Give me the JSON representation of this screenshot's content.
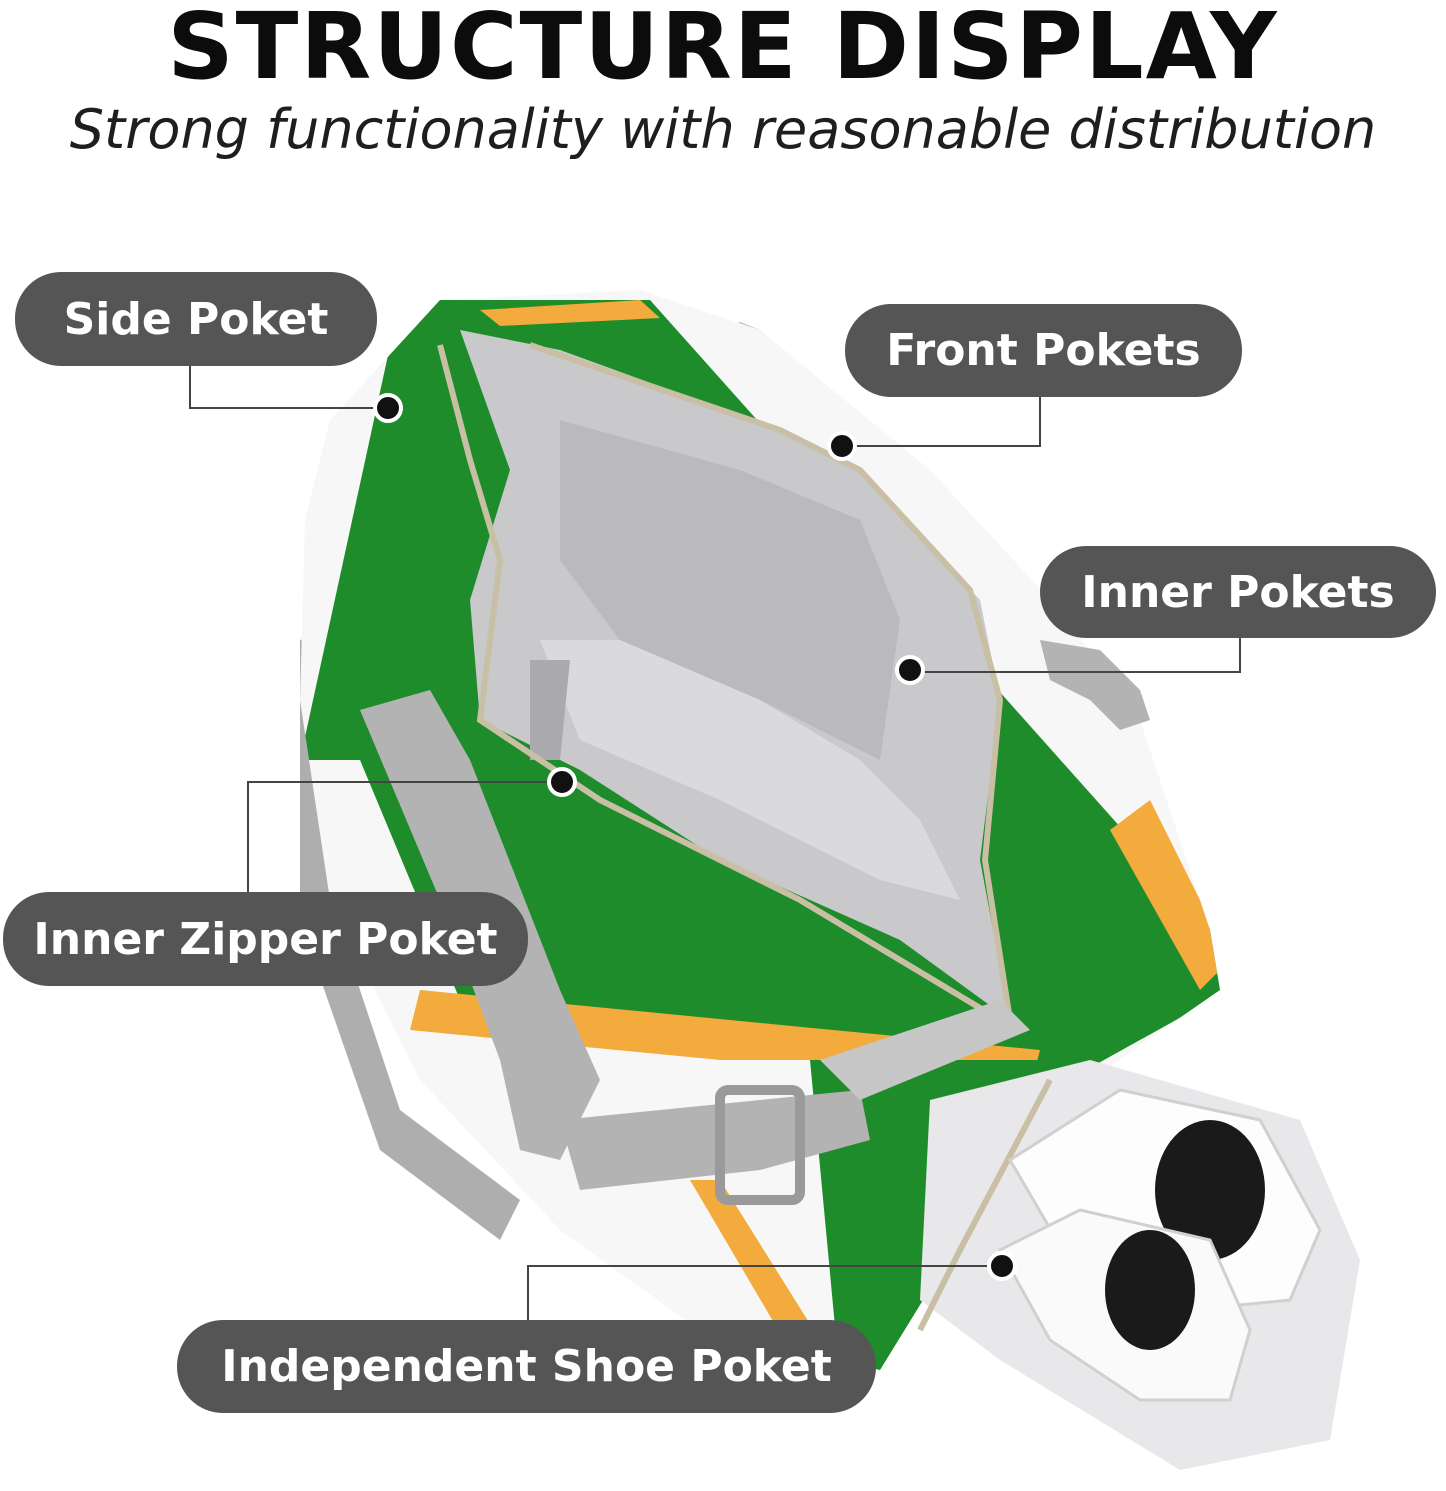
{
  "header": {
    "title": "STRUCTURE DISPLAY",
    "subtitle": "Strong functionality with reasonable distribution"
  },
  "callouts": {
    "side_pocket": "Side Poket",
    "front_pockets": "Front Pokets",
    "inner_pockets": "Inner Pokets",
    "inner_zipper_pocket": "Inner Zipper Poket",
    "shoe_pocket": "Independent Shoe Poket"
  },
  "colors": {
    "bag_green": "#1e8c2a",
    "bag_orange": "#f2ab3c",
    "bag_white": "#f7f7f7",
    "lining_gray": "#c9c9cc",
    "strap_gray": "#b3b3b3",
    "label_bg": "#555555",
    "label_text": "#ffffff"
  }
}
